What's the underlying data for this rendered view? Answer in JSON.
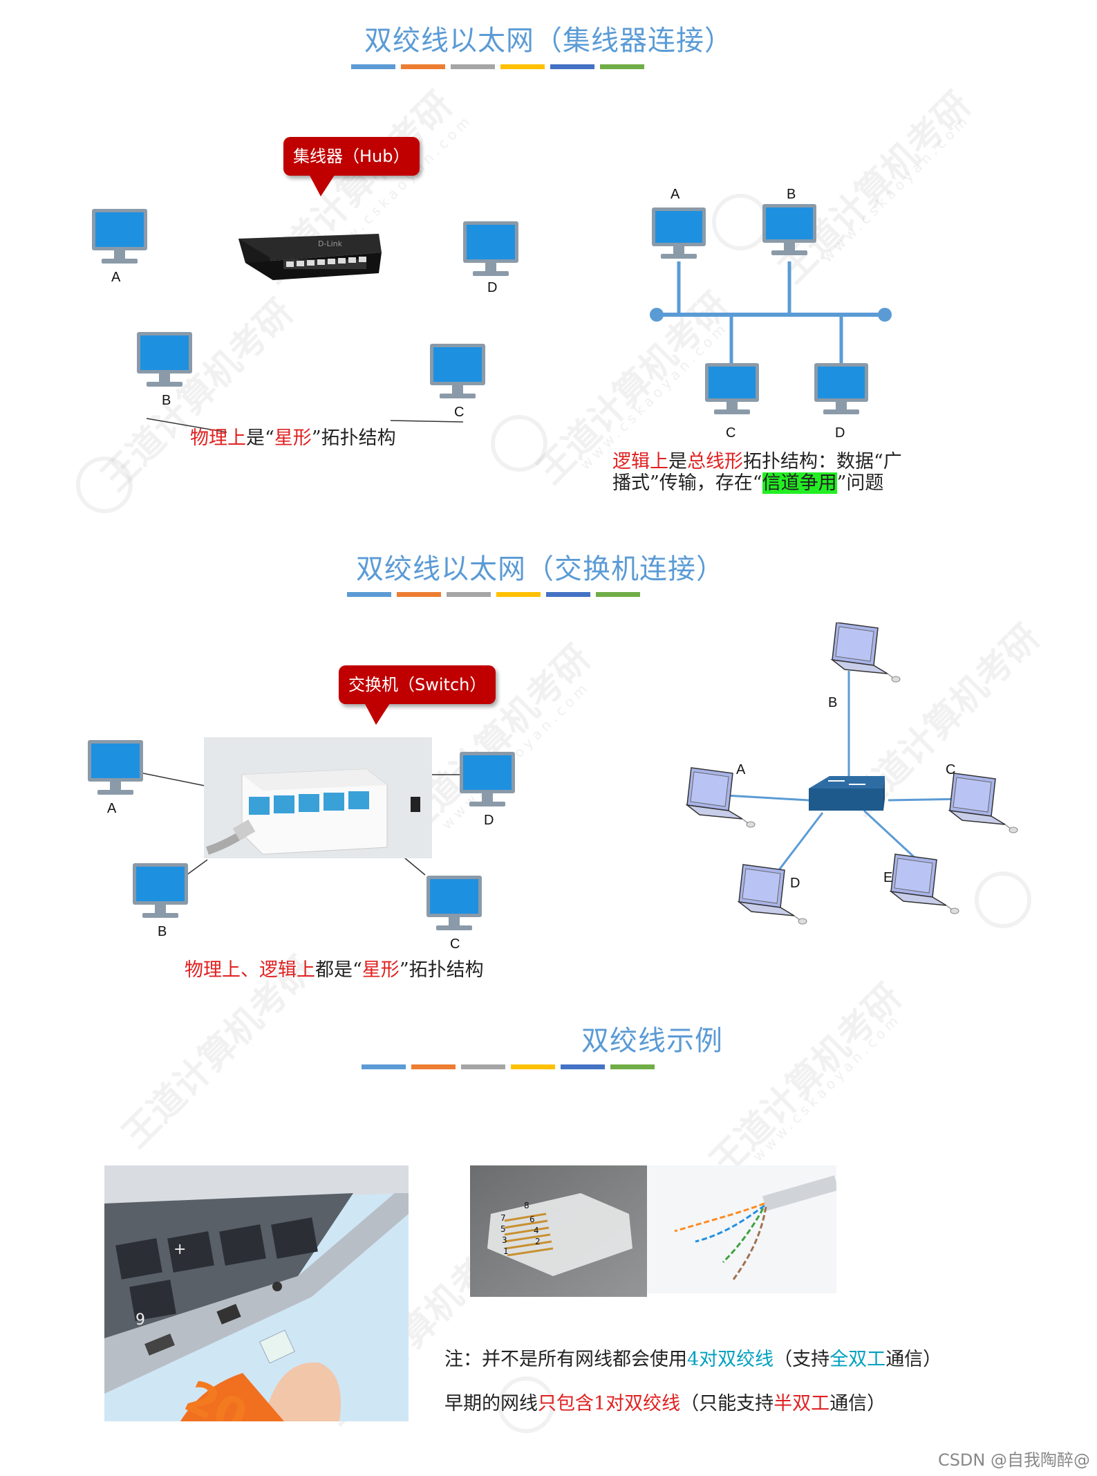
{
  "sections": {
    "hub": {
      "title": "双绞线以太网（集线器连接）",
      "callout": "集线器（Hub）",
      "nodes": [
        "A",
        "B",
        "C",
        "D"
      ],
      "physical_caption": {
        "p1": "物理上",
        "p2": "是“",
        "p3": "星形",
        "p4": "”拓扑结构"
      },
      "logical_nodes": [
        "A",
        "B",
        "C",
        "D"
      ],
      "logical_caption": {
        "l1a": "逻辑上",
        "l1b": "是",
        "l1c": "总线形",
        "l1d": "拓扑结构：数据“广",
        "l2a": "播式”传输，存在“",
        "l2b": "信道争用",
        "l2c": "”问题"
      }
    },
    "switch": {
      "title": "双绞线以太网（交换机连接）",
      "callout": "交换机（Switch）",
      "nodes": [
        "A",
        "B",
        "C",
        "D"
      ],
      "caption": {
        "c1": "物理上、逻辑上",
        "c2": "都是“",
        "c3": "星形",
        "c4": "”拓扑结构"
      },
      "star_nodes": [
        "A",
        "B",
        "C",
        "D",
        "E"
      ]
    },
    "example": {
      "title": "双绞线示例",
      "note1": {
        "a": "注：并不是所有网线都会使用",
        "b": "4对双绞线",
        "c": "（支持",
        "d": "全双工",
        "e": "通信）"
      },
      "note2": {
        "a": "早期的网线",
        "b": "只包含1对双绞线",
        "c": "（只能支持",
        "d": "半双工",
        "e": "通信）"
      },
      "connector_pins": [
        "8",
        "7",
        "6",
        "5",
        "4",
        "3",
        "2",
        "1"
      ],
      "keyboard_keys": [
        "+",
        "9"
      ]
    }
  },
  "watermark": {
    "brand": "王道计算机考研",
    "url": "www.cskaoyan.com"
  },
  "footer": "CSDN @自我陶醉@",
  "colors": {
    "title": "#5b9bd5",
    "bar": [
      "#5b9bd5",
      "#ed7d31",
      "#a5a5a5",
      "#ffc000",
      "#4472c4",
      "#70ad47"
    ],
    "accent_red": "#e02020",
    "callout": "#c00000",
    "highlight": "#22ee22",
    "bus_line": "#5b9bd5"
  }
}
